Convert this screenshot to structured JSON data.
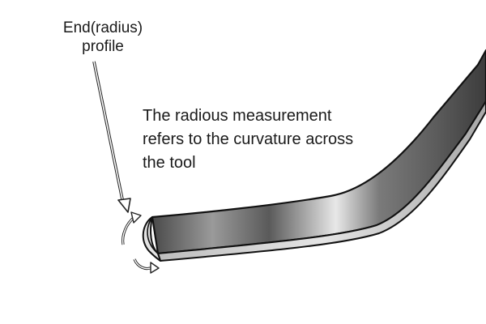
{
  "labels": {
    "end_profile_line1": "End(radius)",
    "end_profile_line2": "profile",
    "description_line1": "The radious measurement",
    "description_line2": "refers to the curvature across",
    "description_line3": "the tool"
  },
  "colors": {
    "background": "#ffffff",
    "text": "#1a1a1a",
    "tool_dark": "#3c3c3c",
    "tool_light": "#d9d9d9",
    "outline": "#111111"
  },
  "icons": {
    "pointer": "pointer-arrow-icon",
    "rotation": "rotation-arrows-icon"
  }
}
